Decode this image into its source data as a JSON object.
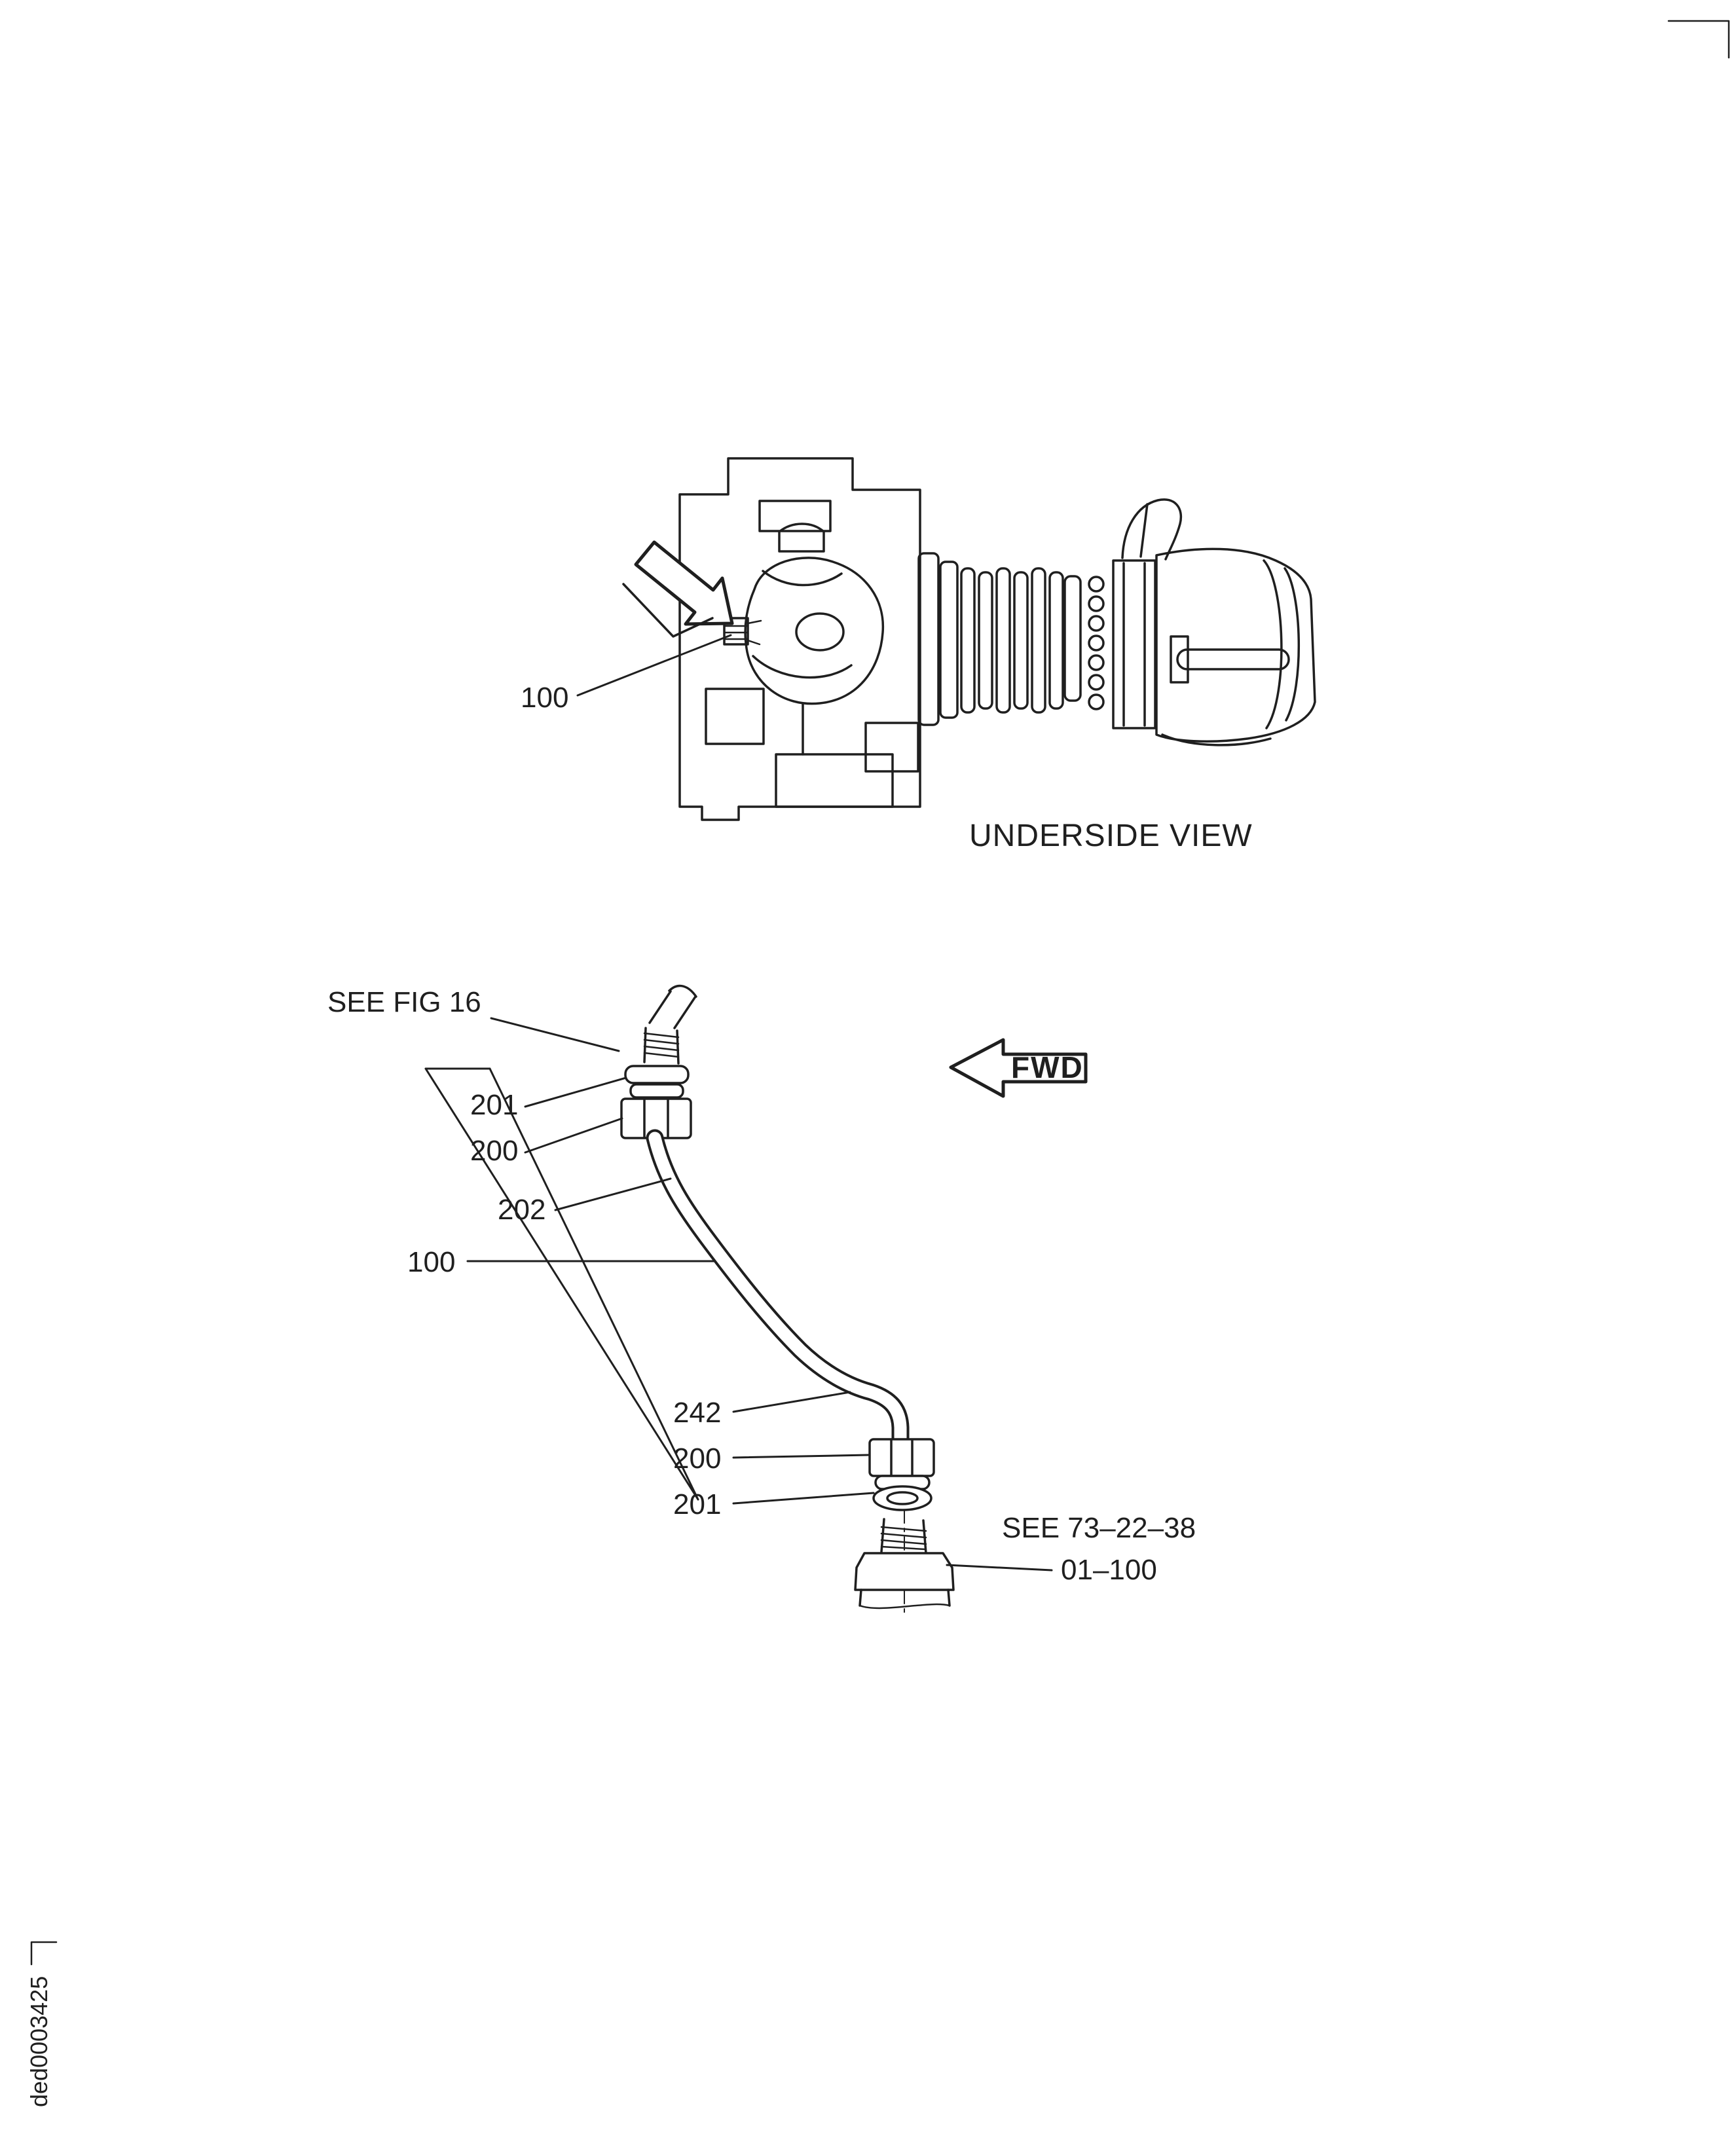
{
  "colors": {
    "ink": "#1f1f1f",
    "paper": "#ffffff"
  },
  "page": {
    "doc_code": "ded0003425"
  },
  "top_figure": {
    "callout_100": "100",
    "caption": "UNDERSIDE VIEW"
  },
  "detail_figure": {
    "see_fig_16": "SEE FIG 16",
    "fwd_label": "FWD",
    "callout_201_top": "201",
    "callout_200_top": "200",
    "callout_202": "202",
    "callout_100": "100",
    "callout_242": "242",
    "callout_200_bottom": "200",
    "callout_201_bottom": "201",
    "see_ref_line1": "SEE 73–22–38",
    "see_ref_line2": "01–100"
  }
}
